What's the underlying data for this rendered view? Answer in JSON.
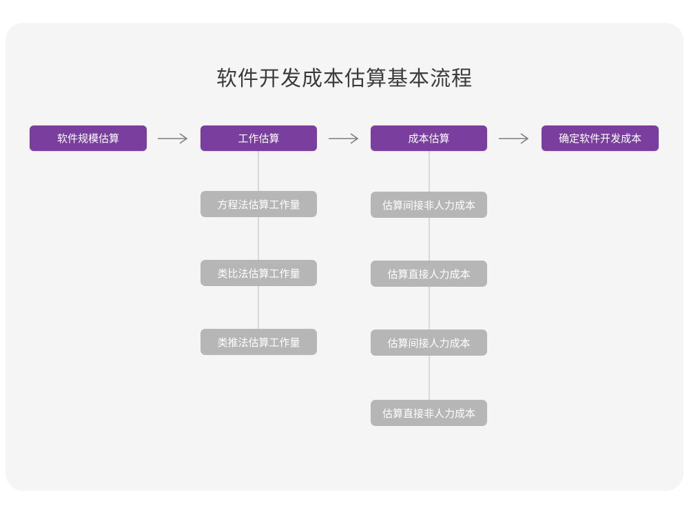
{
  "chart_data": {
    "type": "diagram",
    "title": "软件开发成本估算基本流程",
    "orientation": "left-to-right with vertical sub-branches",
    "colors": {
      "canvas": "#f5f5f5",
      "primary_node": "#7a3f9e",
      "secondary_node": "#b6b6b6",
      "node_text": "#ffffff",
      "title_text": "#3b3b3b",
      "connector": "#d8d8d8",
      "arrow": "#7d7d7d"
    },
    "main_flow": [
      "软件规模估算",
      "工作估算",
      "成本估算",
      "确定软件开发成本"
    ],
    "branches": [
      {
        "parent": "工作估算",
        "children": [
          "方程法估算工作量",
          "类比法估算工作量",
          "类推法估算工作量"
        ]
      },
      {
        "parent": "成本估算",
        "children": [
          "估算间接非人力成本",
          "估算直接人力成本",
          "估算间接人力成本",
          "估算直接非人力成本"
        ]
      }
    ],
    "arrow_count": 3
  },
  "diagram": {
    "title": "软件开发成本估算基本流程",
    "main_nodes": [
      {
        "label": "软件规模估算"
      },
      {
        "label": "工作估算"
      },
      {
        "label": "成本估算"
      },
      {
        "label": "确定软件开发成本"
      }
    ],
    "branch_effort": [
      {
        "label": "方程法估算工作量"
      },
      {
        "label": "类比法估算工作量"
      },
      {
        "label": "类推法估算工作量"
      }
    ],
    "branch_cost": [
      {
        "label": "估算间接非人力成本"
      },
      {
        "label": "估算直接人力成本"
      },
      {
        "label": "估算间接人力成本"
      },
      {
        "label": "估算直接非人力成本"
      }
    ]
  }
}
